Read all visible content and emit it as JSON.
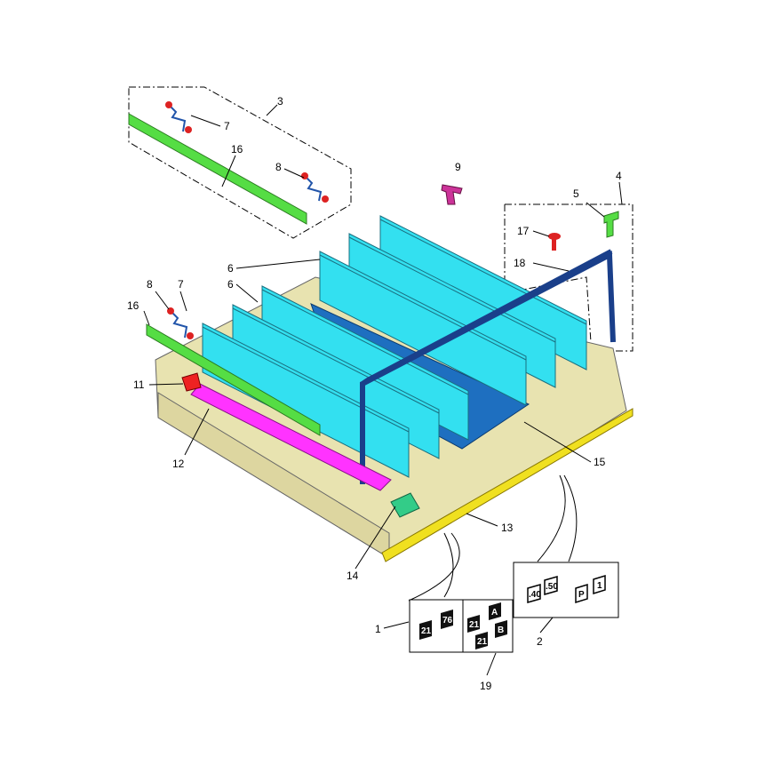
{
  "diagram": {
    "callouts": [
      "1",
      "2",
      "3",
      "4",
      "5",
      "6",
      "6",
      "7",
      "7",
      "8",
      "8",
      "9",
      "11",
      "12",
      "13",
      "14",
      "15",
      "16",
      "16",
      "17",
      "18",
      "19"
    ],
    "tags_box1": [
      "21",
      "76"
    ],
    "tags_box19": [
      "21",
      "A",
      "21",
      "B"
    ],
    "tags_box2": [
      ".40",
      ".50",
      "P",
      "1"
    ],
    "colors": {
      "tray": "#e8e3b0",
      "panel": "#33e0f0",
      "floor": "#1e6fc0",
      "frame": "#1a3f8a",
      "rail": "#55dd44",
      "strip": "#f0e020",
      "magenta": "#ff33ff",
      "red": "#ee2222"
    }
  }
}
